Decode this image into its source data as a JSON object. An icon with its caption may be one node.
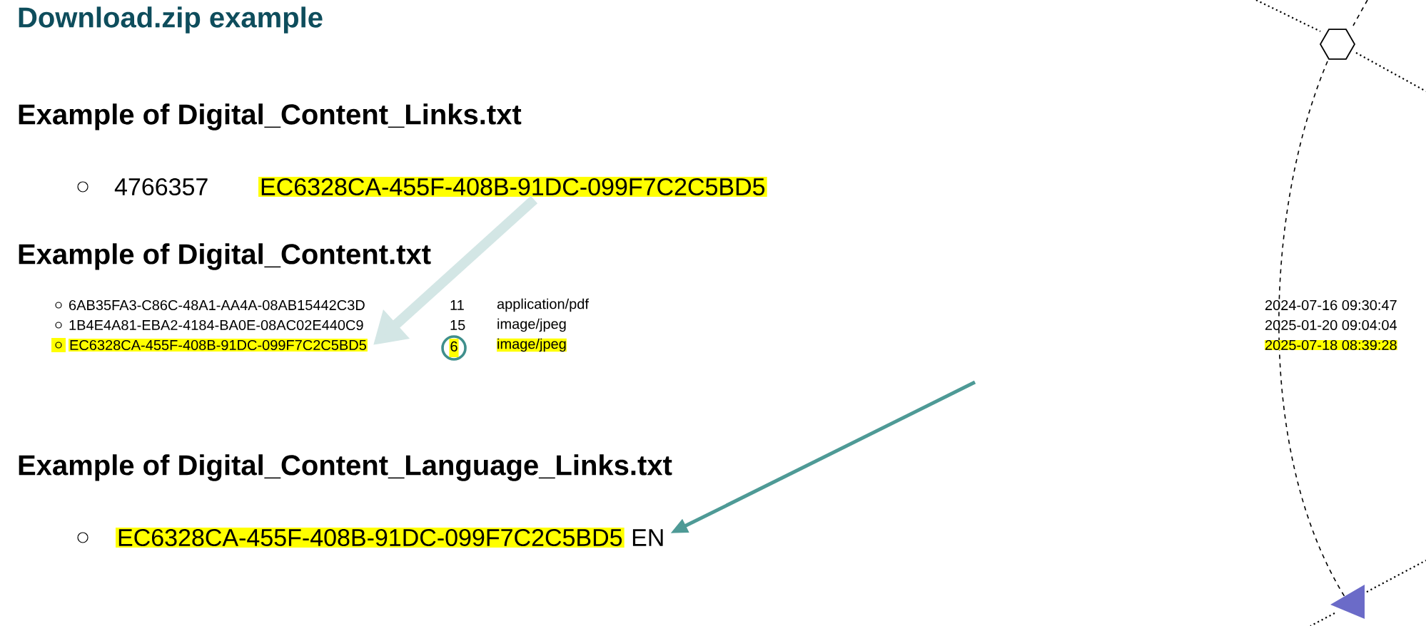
{
  "diagram": {
    "title": "Download.zip example",
    "nodes": [
      {
        "text": [
          "EC6328CA-455F-408B-91DC-099F7C2C5BD5"
        ]
      },
      {
        "text": [
          "EC6328CA-455F-408B-91DC-099F7C2C5BD5"
        ]
      },
      {
        "text": [
          "6"
        ]
      },
      {
        "text": [
          "EC6328CA-455F-408B-91DC-099F7C2C5BD5",
          "EN"
        ]
      }
    ],
    "edges": [
      {
        "from": 0,
        "to": 1,
        "arrow": "to",
        "style": "thick",
        "color": "#d3e6e5"
      },
      {
        "from": null,
        "to": 3,
        "arrow": "to",
        "color": "#4e9a96"
      }
    ],
    "labels": [
      "Example of Digital_Content_Links.txt",
      "4766357",
      "Example of Digital_Content.txt",
      "6AB35FA3-C86C-48A1-AA4A-08AB15442C3D",
      "11",
      "application/pdf",
      "2024-07-16 09:30:47",
      "1B4E4A81-EBA2-4184-BA0E-08AC02E440C9",
      "15",
      "image/jpeg",
      "2025-01-20 09:04:04",
      "image/jpeg",
      "2025-07-18 08:39:28",
      "Example of Digital_Content_Language_Links.txt"
    ]
  }
}
